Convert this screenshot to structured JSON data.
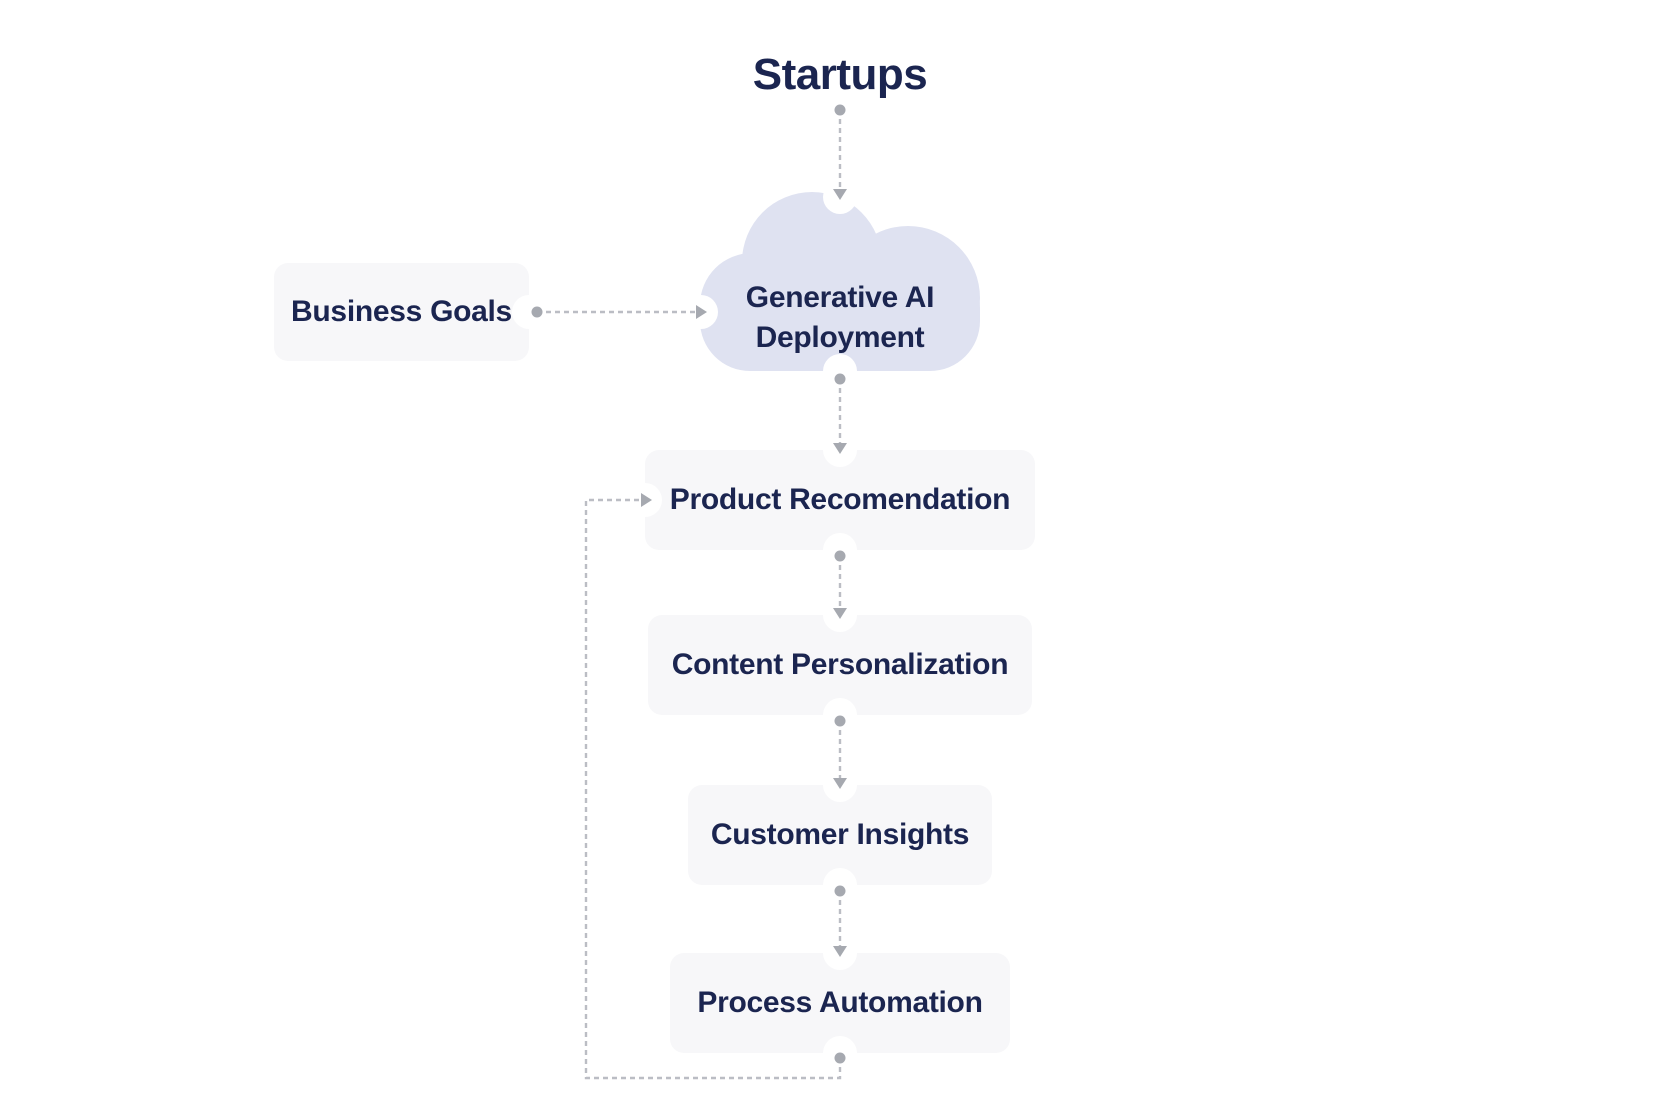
{
  "title": "Startups",
  "cloud": {
    "lines": [
      "Generative AI",
      "Deployment"
    ]
  },
  "nodes": {
    "business_goals": {
      "label": "Business Goals"
    },
    "product_recomendation": {
      "label": "Product Recomendation"
    },
    "content_personalization": {
      "label": "Content Personalization"
    },
    "customer_insights": {
      "label": "Customer Insights"
    },
    "process_automation": {
      "label": "Process Automation"
    }
  },
  "colors": {
    "background": "#ffffff",
    "text_navy": "#1b2550",
    "cloud_fill": "#dfe2f1",
    "node_fill": "#f7f7f9",
    "connector_line": "#bbbdc4",
    "connector_marker": "#a6a9b0"
  }
}
